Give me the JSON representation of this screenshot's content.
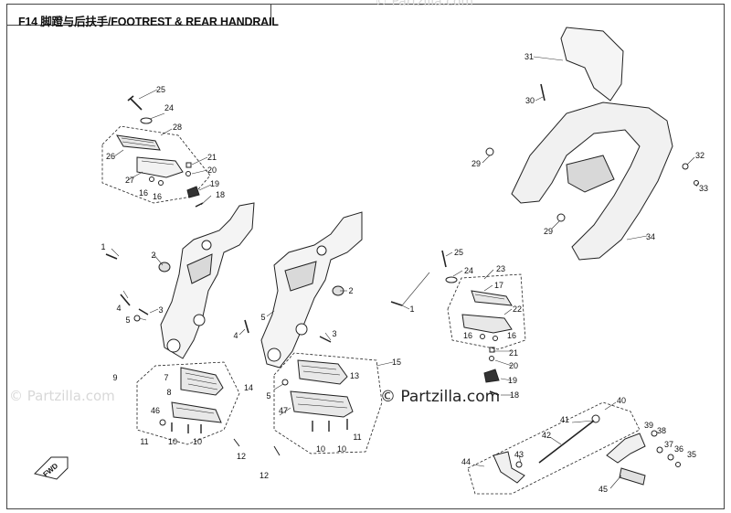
{
  "title": "F14 脚蹬与后扶手/FOOTREST & REAR HANDRAIL",
  "watermarks": {
    "top": "© Partzilla.com",
    "left": "© Partzilla.com",
    "center": "© Partzilla.com"
  },
  "front_arrow": "FWD",
  "callouts": [
    {
      "id": "c1a",
      "label": "1"
    },
    {
      "id": "c1b",
      "label": "1"
    },
    {
      "id": "c2a",
      "label": "2"
    },
    {
      "id": "c2b",
      "label": "2"
    },
    {
      "id": "c3a",
      "label": "3"
    },
    {
      "id": "c3b",
      "label": "3"
    },
    {
      "id": "c4a",
      "label": "4"
    },
    {
      "id": "c4b",
      "label": "4"
    },
    {
      "id": "c5a",
      "label": "5"
    },
    {
      "id": "c5b",
      "label": "5"
    },
    {
      "id": "c7",
      "label": "7"
    },
    {
      "id": "c8",
      "label": "8"
    },
    {
      "id": "c9",
      "label": "9"
    },
    {
      "id": "c10a",
      "label": "10"
    },
    {
      "id": "c10b",
      "label": "10"
    },
    {
      "id": "c10c",
      "label": "10"
    },
    {
      "id": "c10d",
      "label": "10"
    },
    {
      "id": "c11a",
      "label": "11"
    },
    {
      "id": "c11b",
      "label": "11"
    },
    {
      "id": "c12a",
      "label": "12"
    },
    {
      "id": "c12b",
      "label": "12"
    },
    {
      "id": "c13",
      "label": "13"
    },
    {
      "id": "c14",
      "label": "14"
    },
    {
      "id": "c15",
      "label": "15"
    },
    {
      "id": "c16a",
      "label": "16"
    },
    {
      "id": "c16b",
      "label": "16"
    },
    {
      "id": "c16c",
      "label": "16"
    },
    {
      "id": "c16d",
      "label": "16"
    },
    {
      "id": "c17",
      "label": "17"
    },
    {
      "id": "c18a",
      "label": "18"
    },
    {
      "id": "c18b",
      "label": "18"
    },
    {
      "id": "c19a",
      "label": "19"
    },
    {
      "id": "c19b",
      "label": "19"
    },
    {
      "id": "c20a",
      "label": "20"
    },
    {
      "id": "c20b",
      "label": "20"
    },
    {
      "id": "c21a",
      "label": "21"
    },
    {
      "id": "c21b",
      "label": "21"
    },
    {
      "id": "c22",
      "label": "22"
    },
    {
      "id": "c23",
      "label": "23"
    },
    {
      "id": "c24a",
      "label": "24"
    },
    {
      "id": "c24b",
      "label": "24"
    },
    {
      "id": "c25a",
      "label": "25"
    },
    {
      "id": "c25b",
      "label": "25"
    },
    {
      "id": "c26",
      "label": "26"
    },
    {
      "id": "c27",
      "label": "27"
    },
    {
      "id": "c28",
      "label": "28"
    },
    {
      "id": "c29a",
      "label": "29"
    },
    {
      "id": "c29b",
      "label": "29"
    },
    {
      "id": "c30",
      "label": "30"
    },
    {
      "id": "c31",
      "label": "31"
    },
    {
      "id": "c32",
      "label": "32"
    },
    {
      "id": "c33",
      "label": "33"
    },
    {
      "id": "c34",
      "label": "34"
    },
    {
      "id": "c35",
      "label": "35"
    },
    {
      "id": "c36",
      "label": "36"
    },
    {
      "id": "c37",
      "label": "37"
    },
    {
      "id": "c38",
      "label": "38"
    },
    {
      "id": "c39",
      "label": "39"
    },
    {
      "id": "c40",
      "label": "40"
    },
    {
      "id": "c41",
      "label": "41"
    },
    {
      "id": "c42",
      "label": "42"
    },
    {
      "id": "c43",
      "label": "43"
    },
    {
      "id": "c44",
      "label": "44"
    },
    {
      "id": "c45",
      "label": "45"
    },
    {
      "id": "c46",
      "label": "46"
    },
    {
      "id": "c47",
      "label": "47"
    }
  ]
}
